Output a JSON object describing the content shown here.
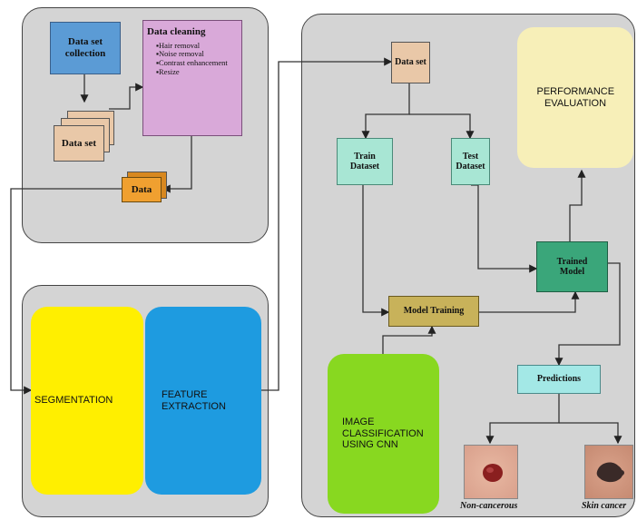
{
  "collection": {
    "data_set_collection": "Data set collection",
    "data_set": "Data set",
    "data": "Data",
    "cleaning_title": "Data cleaning",
    "cleaning_steps": [
      "Hair removal",
      "Noise removal",
      "Contrast enhancement",
      "Resize"
    ]
  },
  "processing": {
    "segmentation": "SEGMENTATION",
    "feature_extraction": "FEATURE EXTRACTION"
  },
  "training": {
    "data_set": "Data set",
    "train_dataset": "Train Dataset",
    "test_dataset": "Test Dataset",
    "performance_evaluation": "PERFORMANCE EVALUATION",
    "trained_model": "Trained Model",
    "model_training": "Model Training",
    "image_classification": "IMAGE CLASSIFICATION USING CNN",
    "predictions": "Predictions",
    "non_cancerous": "Non-cancerous",
    "skin_cancer": "Skin cancer"
  },
  "colors": {
    "panel": "#d4d4d4",
    "collection_blue": "#5b9bd5",
    "cleaning_pink": "#d9a9d9",
    "data_orange": "#f0a030",
    "segmentation_yellow": "#ffef00",
    "feature_blue": "#1e9be0",
    "teal_light": "#a8e6d4",
    "trained_model": "#3aa67a",
    "model_training": "#c8b25a",
    "cnn_green": "#88d820",
    "performance": "#f7efb8",
    "predictions": "#a3e8e6"
  }
}
